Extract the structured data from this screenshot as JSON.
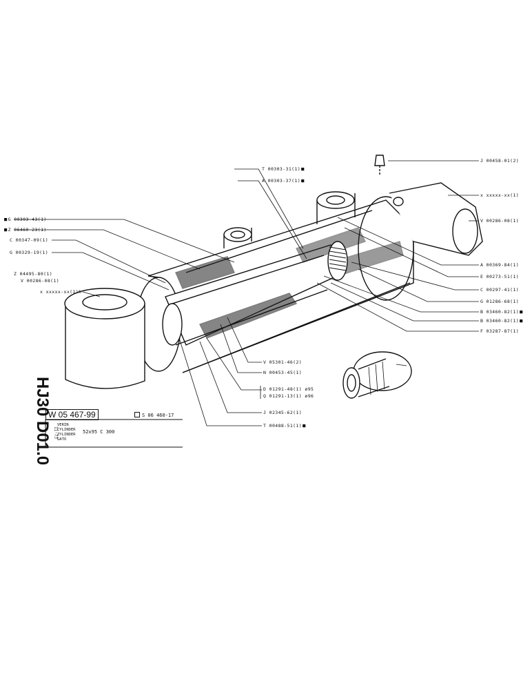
{
  "title_block": {
    "side_code": "HJ30 D01.0",
    "reference": "W 05 467-99",
    "see_also": "S 06 460-17",
    "date": "11-73",
    "names": [
      "VERIN",
      "CYLINDER",
      "ZYLINDER",
      "GATO"
    ],
    "size": "52x95  C 300"
  },
  "labels": {
    "t00303": "T 00303-31(1)",
    "a00303": "A 00303-37(1)",
    "j00458": "J 00458-01(2)",
    "xxxxx_top": "x xxxxx-xx(1)",
    "v00286_right": "V 00286-08(1)",
    "g00303": "G 00303-43(1)",
    "z06460": "Z 06460-23(1)",
    "c00347": "C 00347-09(1)",
    "g00329": "G 00329-19(1)",
    "z04495": "Z 04495-80(1)",
    "v00286_left": "V 00286-08(1)",
    "xxxxx_left": "x xxxxx-xx(1)h",
    "a00369": "A 00369-84(1)",
    "e00273": "E 00273-51(1)",
    "c00297": "C 00297-41(1)",
    "g01286": "G 01286-68(1)",
    "b03460_a": "B 03460-82(1)",
    "b03460_b": "B 03460-82(1)",
    "f03287": "F 03287-87(1)",
    "v05301": "V 05301-46(2)",
    "n00453": "N 00453-45(1)",
    "d01291": "D 01291-48(1) ø95",
    "q01291": "Q 01291-13(1) ø96",
    "j02345": "J 02345-62(1)",
    "t00488": "T 00488-51(1)"
  }
}
